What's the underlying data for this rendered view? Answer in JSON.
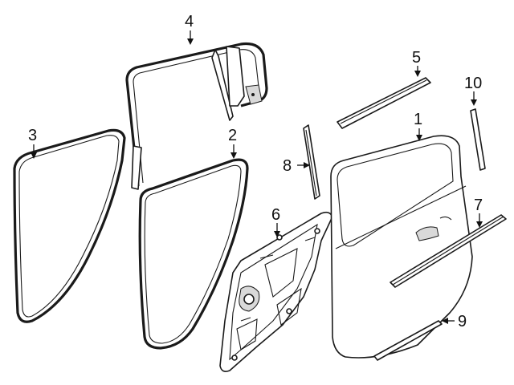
{
  "callouts": [
    {
      "id": "1",
      "label": "1"
    },
    {
      "id": "2",
      "label": "2"
    },
    {
      "id": "3",
      "label": "3"
    },
    {
      "id": "4",
      "label": "4"
    },
    {
      "id": "5",
      "label": "5"
    },
    {
      "id": "6",
      "label": "6"
    },
    {
      "id": "7",
      "label": "7"
    },
    {
      "id": "8",
      "label": "8"
    },
    {
      "id": "9",
      "label": "9"
    },
    {
      "id": "10",
      "label": "10"
    }
  ]
}
